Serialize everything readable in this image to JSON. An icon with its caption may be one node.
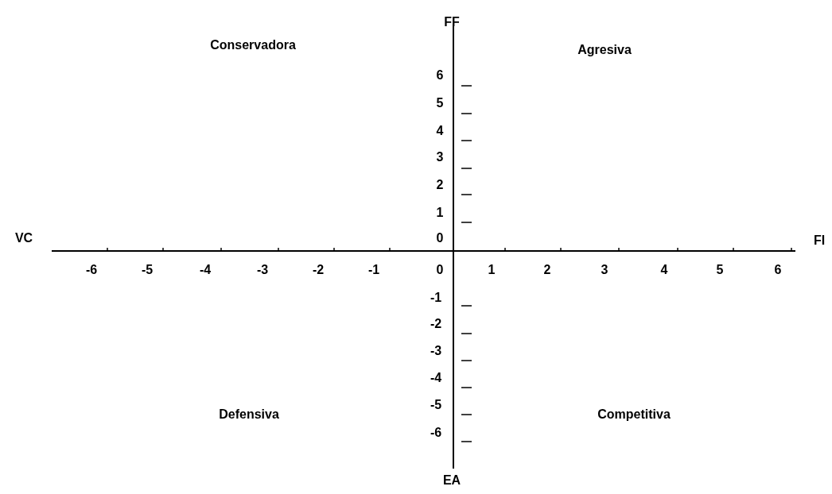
{
  "diagram": {
    "labels": [
      "FF",
      "Conservadora",
      "Agresiva",
      "6",
      "5",
      "4",
      "3",
      "2",
      "1",
      "VC",
      "0",
      "FI",
      "-6",
      "-5",
      "-4",
      "-3",
      "-2",
      "-1",
      "0",
      "1",
      "2",
      "3",
      "4",
      "5",
      "6",
      "-1",
      "-2",
      "-3",
      "-4",
      "-5",
      "-6",
      "Defensiva",
      "Competitiva",
      "EA"
    ]
  }
}
